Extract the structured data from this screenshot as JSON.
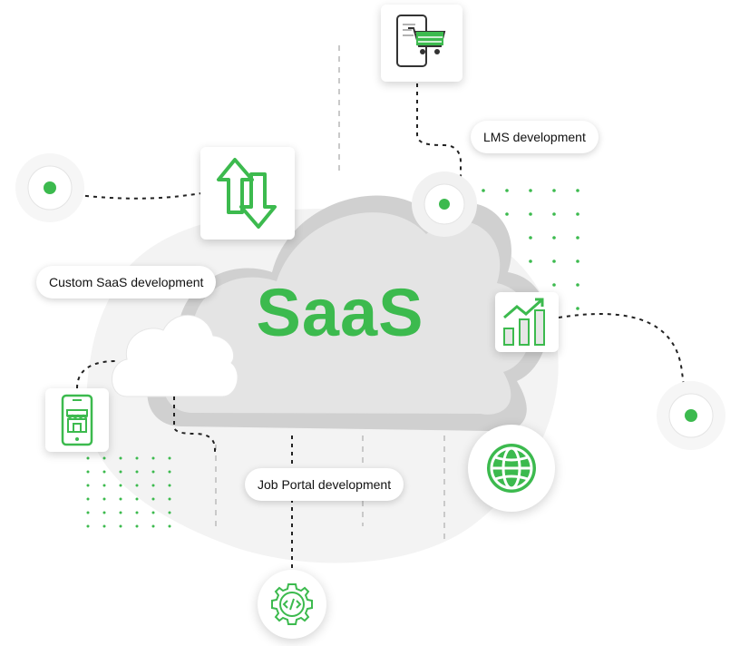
{
  "title": "SaaS",
  "labels": {
    "custom_saas": "Custom SaaS development",
    "lms": "LMS development",
    "job_portal": "Job Portal development"
  },
  "icons": {
    "top": "shopping-cart-phone-icon",
    "sync": "up-down-arrows-icon",
    "chart": "growth-chart-icon",
    "mobile": "mobile-store-icon",
    "globe": "globe-icon",
    "code": "code-gear-icon"
  },
  "colors": {
    "accent": "#3cba4e",
    "cloud": "#e2e2e2",
    "cloud_shadow": "#cfcfcf",
    "blob": "#f3f3f3",
    "line": "#222222"
  }
}
